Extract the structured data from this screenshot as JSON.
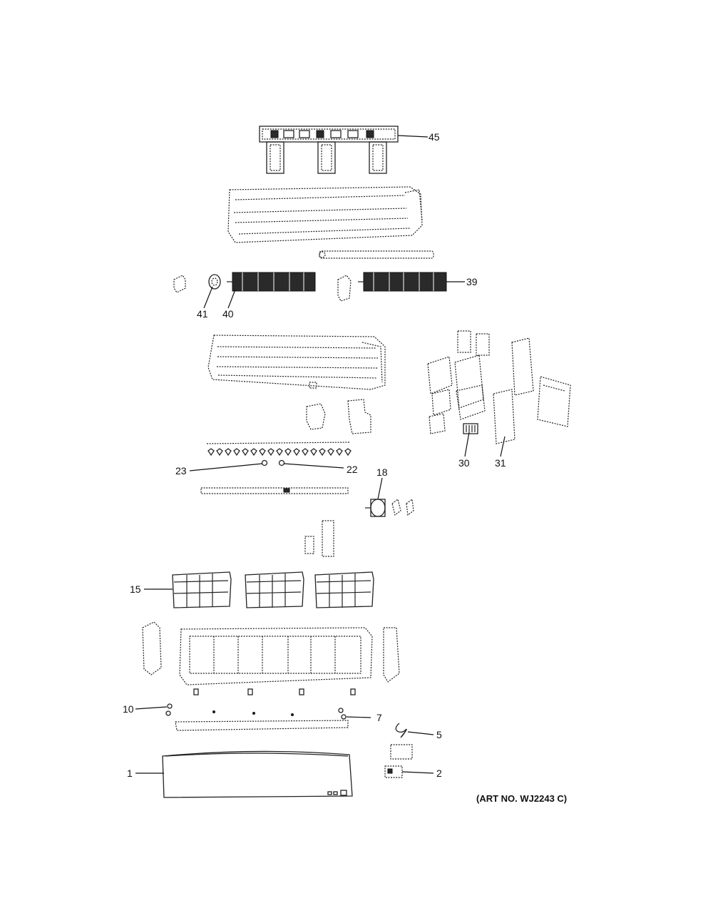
{
  "art_number": "(ART NO. WJ2243 C)",
  "callouts": [
    {
      "id": "45",
      "label": "45"
    },
    {
      "id": "41",
      "label": "41"
    },
    {
      "id": "40",
      "label": "40"
    },
    {
      "id": "39",
      "label": "39"
    },
    {
      "id": "30",
      "label": "30"
    },
    {
      "id": "31",
      "label": "31"
    },
    {
      "id": "23",
      "label": "23"
    },
    {
      "id": "22",
      "label": "22"
    },
    {
      "id": "18",
      "label": "18"
    },
    {
      "id": "15",
      "label": "15"
    },
    {
      "id": "10",
      "label": "10"
    },
    {
      "id": "7",
      "label": "7"
    },
    {
      "id": "5",
      "label": "5"
    },
    {
      "id": "1",
      "label": "1"
    },
    {
      "id": "2",
      "label": "2"
    }
  ]
}
